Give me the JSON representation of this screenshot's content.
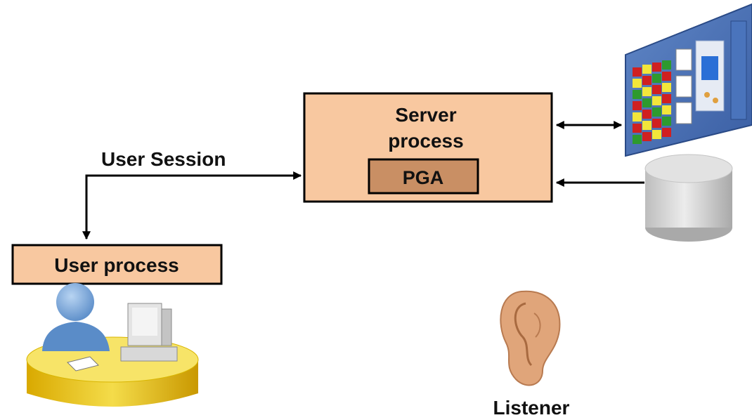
{
  "labels": {
    "server_process_line1": "Server",
    "server_process_line2": "process",
    "pga": "PGA",
    "user_session": "User Session",
    "user_process": "User process",
    "listener": "Listener"
  },
  "colors": {
    "process_box_fill": "#f8c8a0",
    "pga_fill": "#c98f64",
    "box_border": "#000000",
    "arrow": "#000000",
    "disk_fill": "#d2d2d2",
    "desk_fill": "#f0d22c",
    "user_fill": "#6e9fd6",
    "ear_fill": "#e0a57a"
  },
  "icons": {
    "memory_structures": "sga-memory-icon",
    "database_files": "database-cylinder-icon",
    "user": "user-at-desk-icon",
    "listener": "ear-icon"
  }
}
